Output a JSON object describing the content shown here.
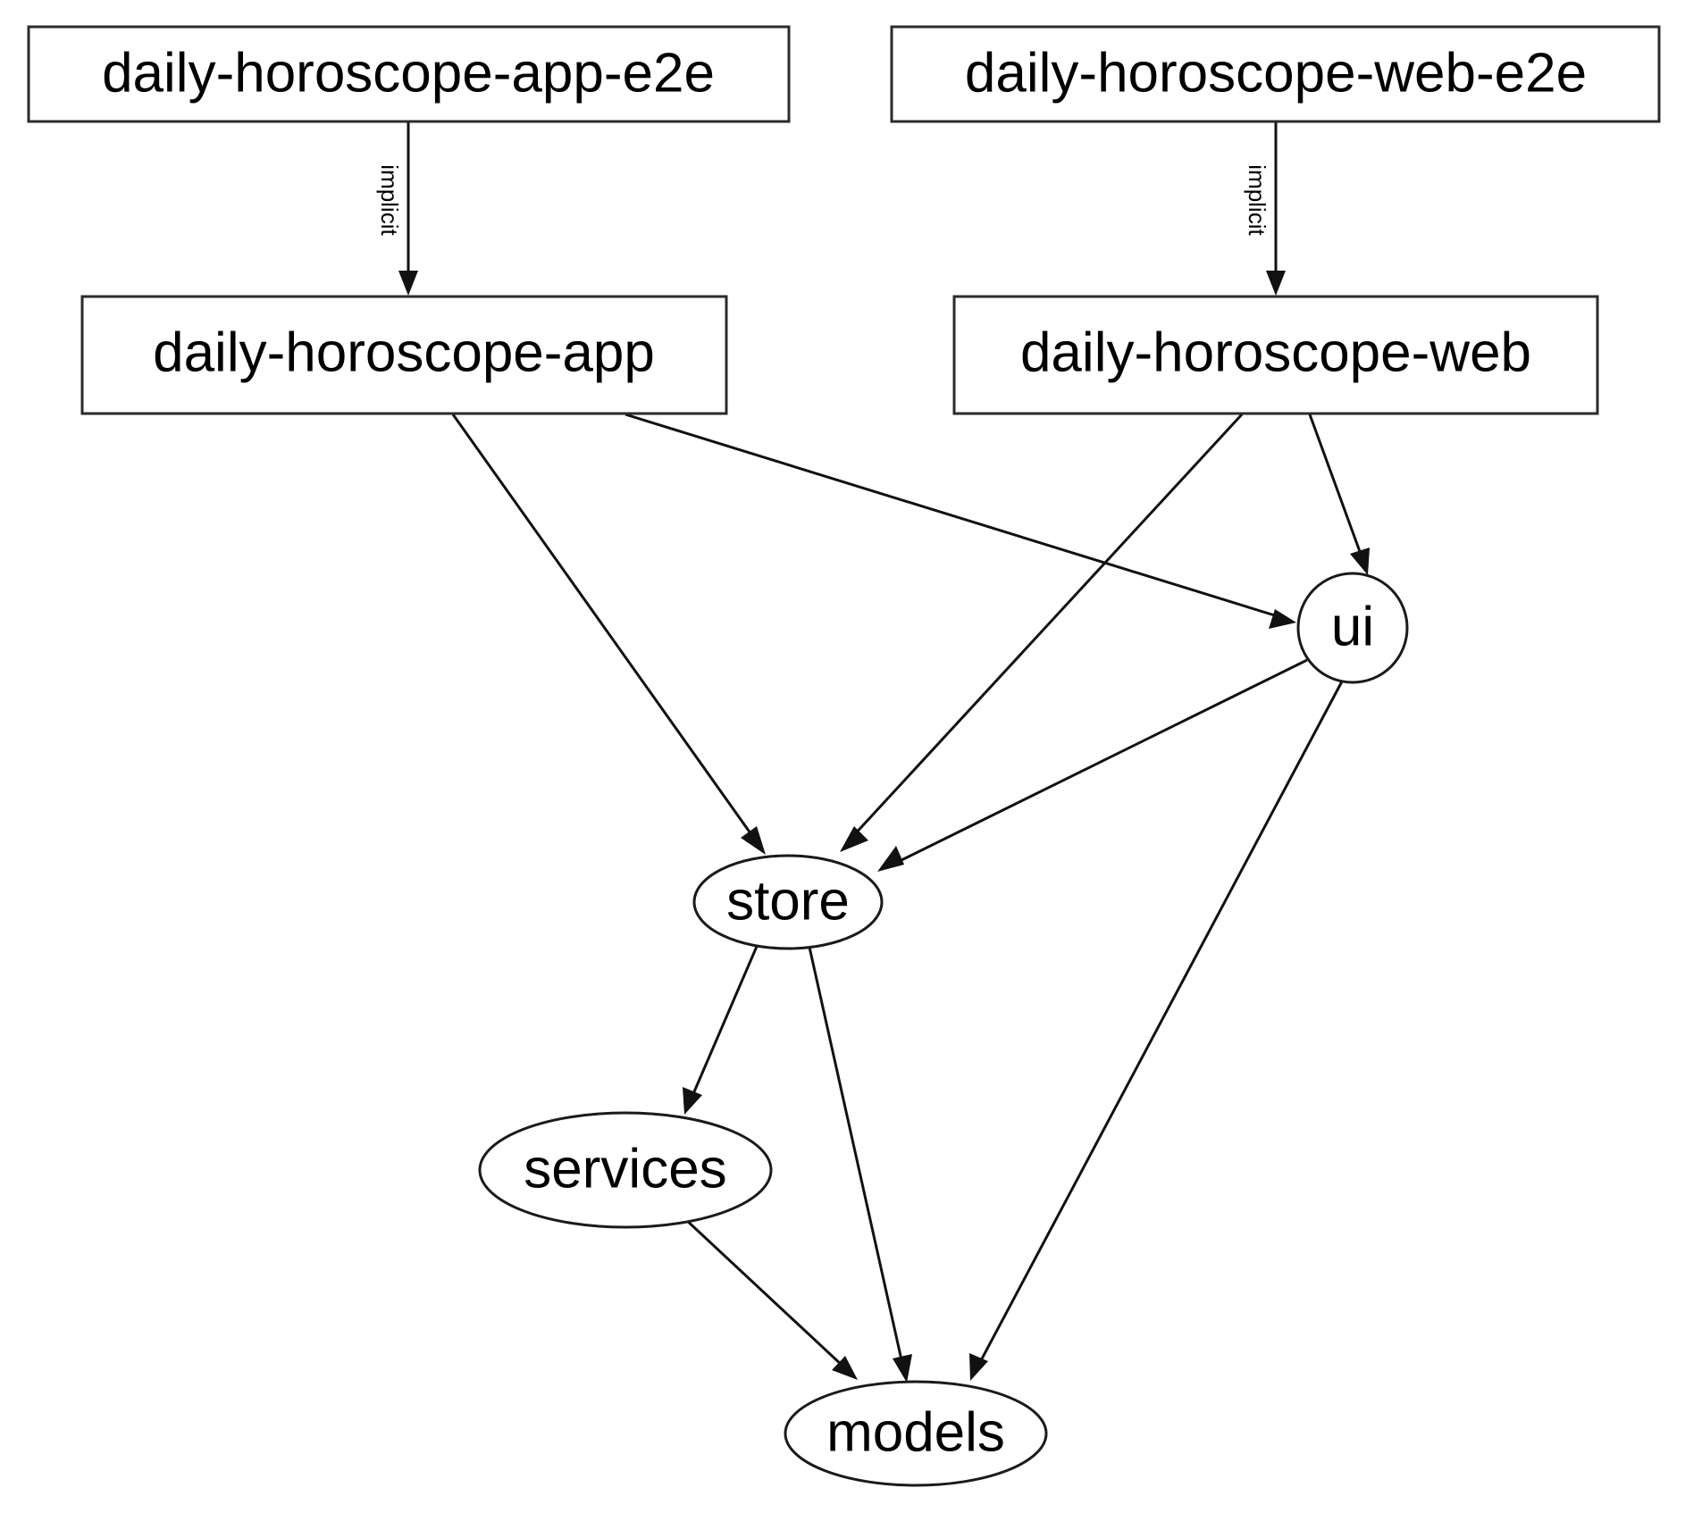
{
  "diagram": {
    "type": "directed-dependency-graph",
    "title": "",
    "background_color": "#ffffff",
    "stroke_color": "#111111",
    "node_fill": "#ffffff",
    "nodes": [
      {
        "id": "daily-horoscope-app-e2e",
        "label": "daily-horoscope-app-e2e",
        "shape": "box"
      },
      {
        "id": "daily-horoscope-web-e2e",
        "label": "daily-horoscope-web-e2e",
        "shape": "box"
      },
      {
        "id": "daily-horoscope-app",
        "label": "daily-horoscope-app",
        "shape": "box"
      },
      {
        "id": "daily-horoscope-web",
        "label": "daily-horoscope-web",
        "shape": "box"
      },
      {
        "id": "ui",
        "label": "ui",
        "shape": "ellipse"
      },
      {
        "id": "store",
        "label": "store",
        "shape": "ellipse"
      },
      {
        "id": "services",
        "label": "services",
        "shape": "ellipse"
      },
      {
        "id": "models",
        "label": "models",
        "shape": "ellipse"
      }
    ],
    "edges": [
      {
        "from": "daily-horoscope-app-e2e",
        "to": "daily-horoscope-app",
        "label": "implicit"
      },
      {
        "from": "daily-horoscope-web-e2e",
        "to": "daily-horoscope-web",
        "label": "implicit"
      },
      {
        "from": "daily-horoscope-app",
        "to": "store",
        "label": ""
      },
      {
        "from": "daily-horoscope-app",
        "to": "ui",
        "label": ""
      },
      {
        "from": "daily-horoscope-web",
        "to": "store",
        "label": ""
      },
      {
        "from": "daily-horoscope-web",
        "to": "ui",
        "label": ""
      },
      {
        "from": "ui",
        "to": "store",
        "label": ""
      },
      {
        "from": "ui",
        "to": "models",
        "label": ""
      },
      {
        "from": "store",
        "to": "services",
        "label": ""
      },
      {
        "from": "store",
        "to": "models",
        "label": ""
      },
      {
        "from": "services",
        "to": "models",
        "label": ""
      }
    ],
    "edge_labels": {
      "implicit_app": "implicit",
      "implicit_web": "implicit"
    }
  }
}
